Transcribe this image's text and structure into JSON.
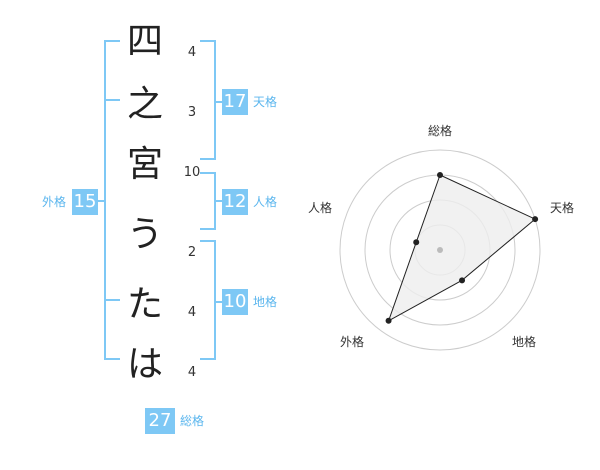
{
  "name_chars": [
    {
      "char": "四",
      "strokes": "4"
    },
    {
      "char": "之",
      "strokes": "3"
    },
    {
      "char": "宮",
      "strokes": "10"
    },
    {
      "char": "う",
      "strokes": "2"
    },
    {
      "char": "た",
      "strokes": "4"
    },
    {
      "char": "は",
      "strokes": "4"
    }
  ],
  "fortunes": {
    "gaikaku": {
      "value": "15",
      "label": "外格"
    },
    "tenkaku": {
      "value": "17",
      "label": "天格"
    },
    "jinkaku": {
      "value": "12",
      "label": "人格"
    },
    "chikaku": {
      "value": "10",
      "label": "地格"
    },
    "soukaku": {
      "value": "27",
      "label": "総格"
    }
  },
  "chart_data": {
    "type": "radar",
    "axes": [
      "総格",
      "天格",
      "地格",
      "外格",
      "人格"
    ],
    "rings": 4,
    "values": [
      3,
      4,
      1.5,
      3.5,
      1
    ],
    "max": 4,
    "colors": {
      "fill": "#eeeeee",
      "stroke": "#222222",
      "ring": "#cccccc",
      "center": "#bbbbbb"
    }
  },
  "colors": {
    "accent": "#7ec8f5",
    "accent_text": "#5bb6ee"
  }
}
